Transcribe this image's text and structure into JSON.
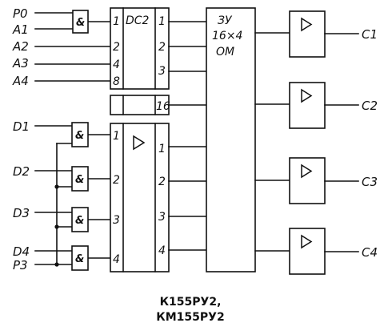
{
  "inputs": {
    "p0": "P0",
    "a1": "A1",
    "a2": "A2",
    "a3": "A3",
    "a4": "A4",
    "d1": "D1",
    "d2": "D2",
    "d3": "D3",
    "d4": "D4",
    "p3": "P3"
  },
  "gates": {
    "and_symbol": "&"
  },
  "decoder": {
    "name": "DC2",
    "in_pins": [
      "1",
      "2",
      "4",
      "8"
    ],
    "out_pins": [
      "1",
      "2",
      "3",
      "16"
    ]
  },
  "input_buffer": {
    "in_pins": [
      "1",
      "2",
      "3",
      "4"
    ],
    "out_pins": [
      "1",
      "2",
      "3",
      "4"
    ]
  },
  "memory": {
    "line1": "ЗУ",
    "line2": "16×4",
    "line3": "ОМ"
  },
  "outputs": {
    "c1": "C1",
    "c2": "C2",
    "c3": "C3",
    "c4": "C4"
  },
  "caption": {
    "line1": "К155РУ2,",
    "line2": "КМ155РУ2"
  }
}
